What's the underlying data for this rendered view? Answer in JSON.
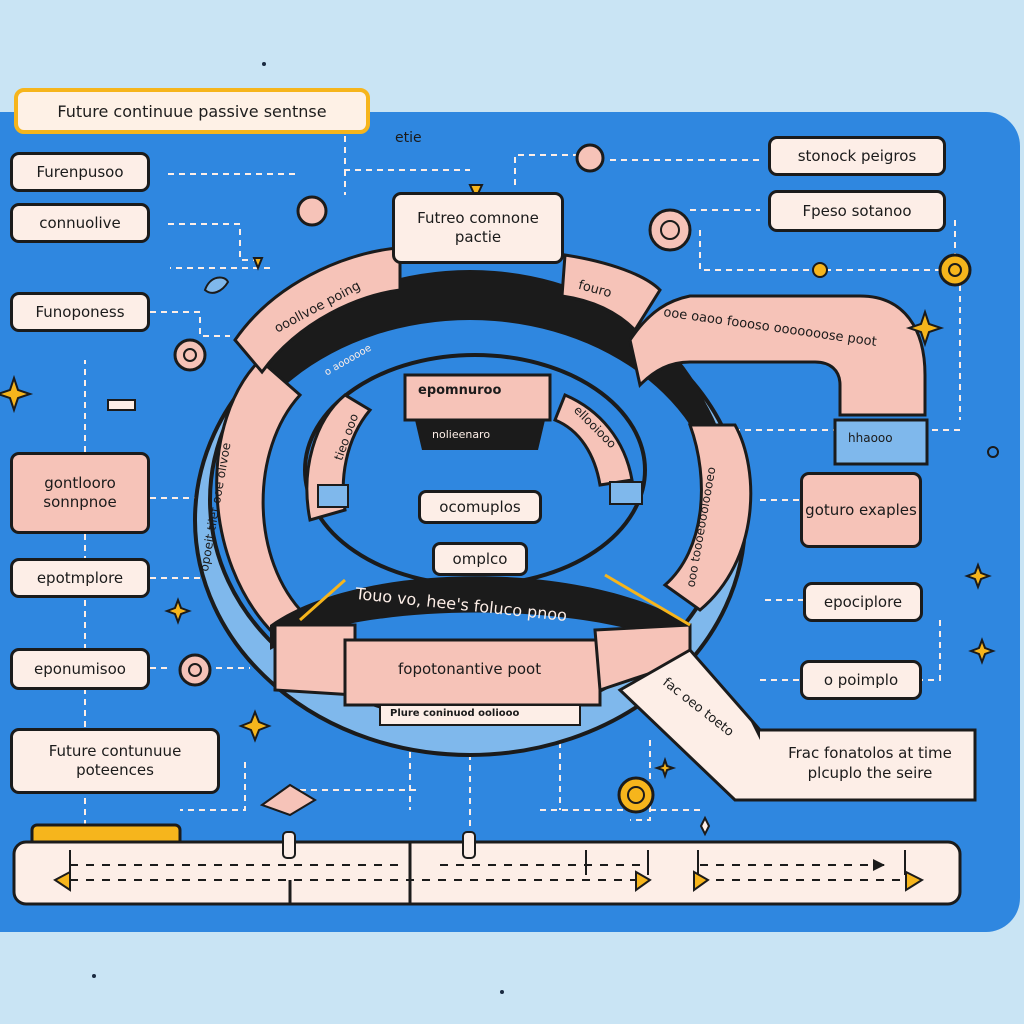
{
  "title": "Future continuue passive sentnse",
  "top_label": "etie",
  "center": {
    "top_box": "Futreo comnone pactie",
    "outer_arc_left": "ooollvoe poing",
    "outer_arc_right": "fouro",
    "outer_arc_vertical": "opoeit tiiet ooe olivoe",
    "inner_top": "epomnuroo",
    "inner_sub": "nolieenaro",
    "inner_left": "tieo ooo",
    "inner_right": "ellooiooo",
    "inner_small": "o aoooooe",
    "center_box_1": "ocomuplos",
    "center_box_2": "omplco",
    "band_text": "Touo vo, hee's foluco pnoo",
    "band_bottom": "fopotonantive poot",
    "band_small": "Plure coninuod ooliooo",
    "right_arc": "ooe oaoo foooso ooooooose poot",
    "right_arc_small": "hhaooo",
    "right_vertical": "ooo toooeoooloooeo",
    "ribbon": "fac oeo toeto"
  },
  "left_items": [
    "Furenpusoo",
    "connuolive",
    "Funoponess",
    "gontlooro sonnpnoe",
    "epotmplore",
    "eponumisoo",
    "Future contunuue poteences"
  ],
  "right_items": [
    "stonock peigros",
    "Fpeso sotanoo",
    "goturo exaples",
    "epociplore",
    "o poimplo",
    "Frac fonatolos at time plcuplo the seire"
  ],
  "icons": [
    "target-icon",
    "sparkle-icon",
    "leaf-icon",
    "handshake-icon",
    "sun-icon",
    "pencil-icon"
  ],
  "colors": {
    "background": "#c9e4f4",
    "board": "#2f87e0",
    "peach": "#f6c3b8",
    "cream": "#fdeee7",
    "accent": "#f6b51c",
    "outline": "#1b1b1b"
  }
}
